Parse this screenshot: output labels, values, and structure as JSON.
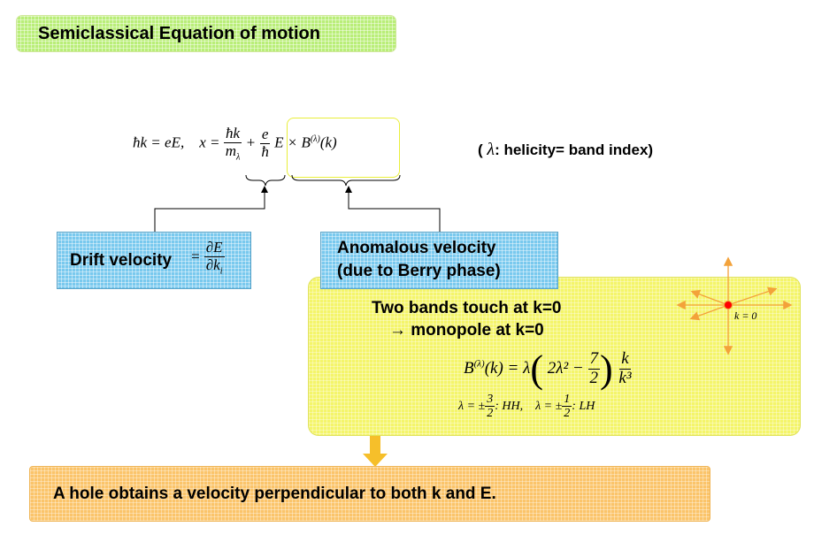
{
  "title": "Semiclassical Equation of motion",
  "equation": {
    "hbar": "ħ",
    "k": "k",
    "eq1_rhs": "= eE,",
    "x": "x",
    "equals": "=",
    "frac1_num": "ħk",
    "frac1_den": "m",
    "frac1_den_sub": "λ",
    "plus": "+",
    "frac2_num": "e",
    "frac2_den": "ħ",
    "anomalous_term": "E × B",
    "superscript": "(λ)",
    "arg": "(k)"
  },
  "note": {
    "open": "(",
    "lambda": "λ",
    "text": ": helicity= band index)"
  },
  "drift": {
    "label": "Drift velocity",
    "equals": "=",
    "num": "∂E",
    "den": "∂k",
    "den_sub": "i"
  },
  "anomalous": {
    "line1": "Anomalous velocity",
    "line2": "(due to Berry phase)"
  },
  "monopole": {
    "line1": "Two bands touch at k=0",
    "line2": "→ monopole at k=0",
    "k0_label": "k = 0"
  },
  "berry": {
    "lhs": "B",
    "sup": "(λ)",
    "arg": "(k) = λ",
    "inner": "2λ² −",
    "frac_num": "7",
    "frac_den": "2",
    "kfrac_num": "k",
    "kfrac_den": "k³"
  },
  "helicity": {
    "hh_prefix": "λ = ±",
    "hh_num": "3",
    "hh_den": "2",
    "hh_label": ": HH,",
    "lh_prefix": "λ = ±",
    "lh_num": "1",
    "lh_den": "2",
    "lh_label": ": LH"
  },
  "conclusion": "A hole obtains a velocity perpendicular to both k and E.",
  "colors": {
    "title_bg": "#b9ee78",
    "label_bg": "#79c9ee",
    "monopole_bg": "#f4f56a",
    "conclusion_bg": "#fbc46a",
    "arrow": "#f3a23a",
    "dot": "#ff0000"
  }
}
